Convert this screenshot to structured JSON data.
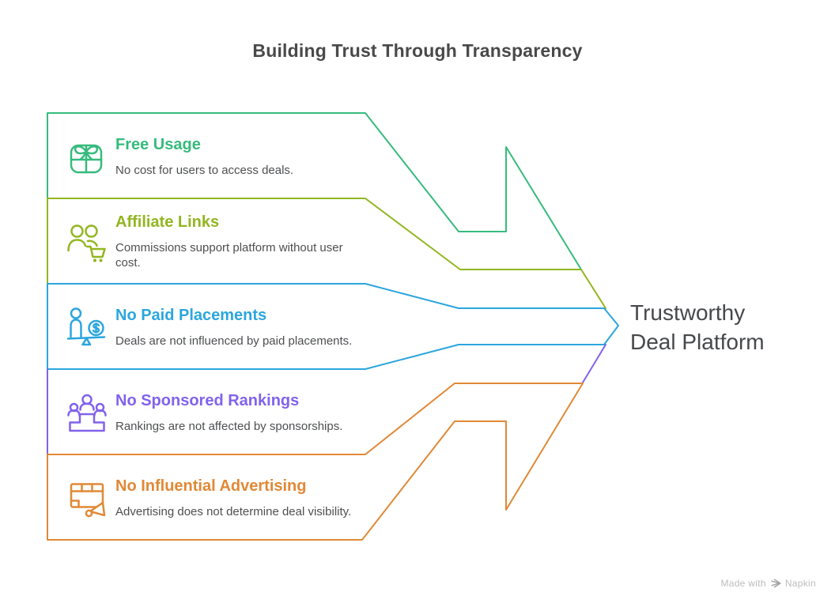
{
  "title": "Building Trust Through Transparency",
  "rows": [
    {
      "heading": "Free Usage",
      "description": "No cost for users to access deals.",
      "color": "#36bb7d",
      "icon": "gift-icon"
    },
    {
      "heading": "Affiliate Links",
      "description": "Commissions support platform without user cost.",
      "color": "#92b620",
      "icon": "shoppers-cart-icon"
    },
    {
      "heading": "No Paid Placements",
      "description": "Deals are not influenced by paid placements.",
      "color": "#2ba6de",
      "icon": "balance-dollar-icon"
    },
    {
      "heading": "No Sponsored Rankings",
      "description": "Rankings are not affected by sponsorships.",
      "color": "#8162ec",
      "icon": "podium-people-icon"
    },
    {
      "heading": "No Influential Advertising",
      "description": "Advertising does not determine deal visibility.",
      "color": "#e08936",
      "icon": "billboard-megaphone-icon"
    }
  ],
  "result": {
    "line1": "Trustworthy",
    "line2": "Deal Platform"
  },
  "footer": {
    "prefix": "Made with",
    "brand": "Napkin"
  }
}
